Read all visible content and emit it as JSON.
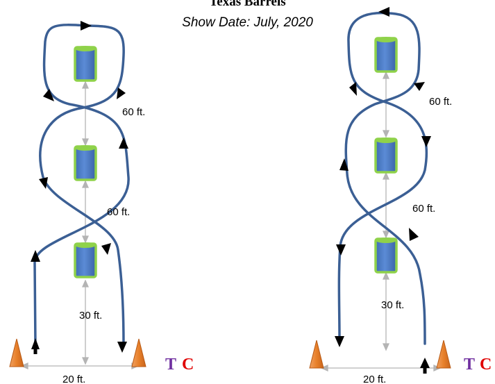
{
  "title": "Texas Barrels",
  "subtitle": "Show Date: July, 2020",
  "colors": {
    "path": "#3b5f94",
    "barrel_fill": "#4a78c0",
    "barrel_outline": "#8fd24a",
    "cone": "#e8802a",
    "measure_line": "#b4b4b4",
    "arrow": "#000000",
    "logo_t": "#7030a0",
    "logo_c": "#e00000"
  },
  "left_pattern": {
    "distances": {
      "barrel_top_to_middle": "60 ft.",
      "barrel_middle_to_bottom": "60 ft.",
      "start_to_bottom_barrel": "30 ft.",
      "start_line_width": "20 ft."
    },
    "logo": {
      "t": "T",
      "c": "C"
    }
  },
  "right_pattern": {
    "distances": {
      "barrel_top_to_middle": "60 ft.",
      "barrel_middle_to_bottom": "60 ft.",
      "start_to_bottom_barrel": "30 ft.",
      "start_line_width": "20 ft."
    },
    "logo": {
      "t": "T",
      "c": "C"
    }
  }
}
